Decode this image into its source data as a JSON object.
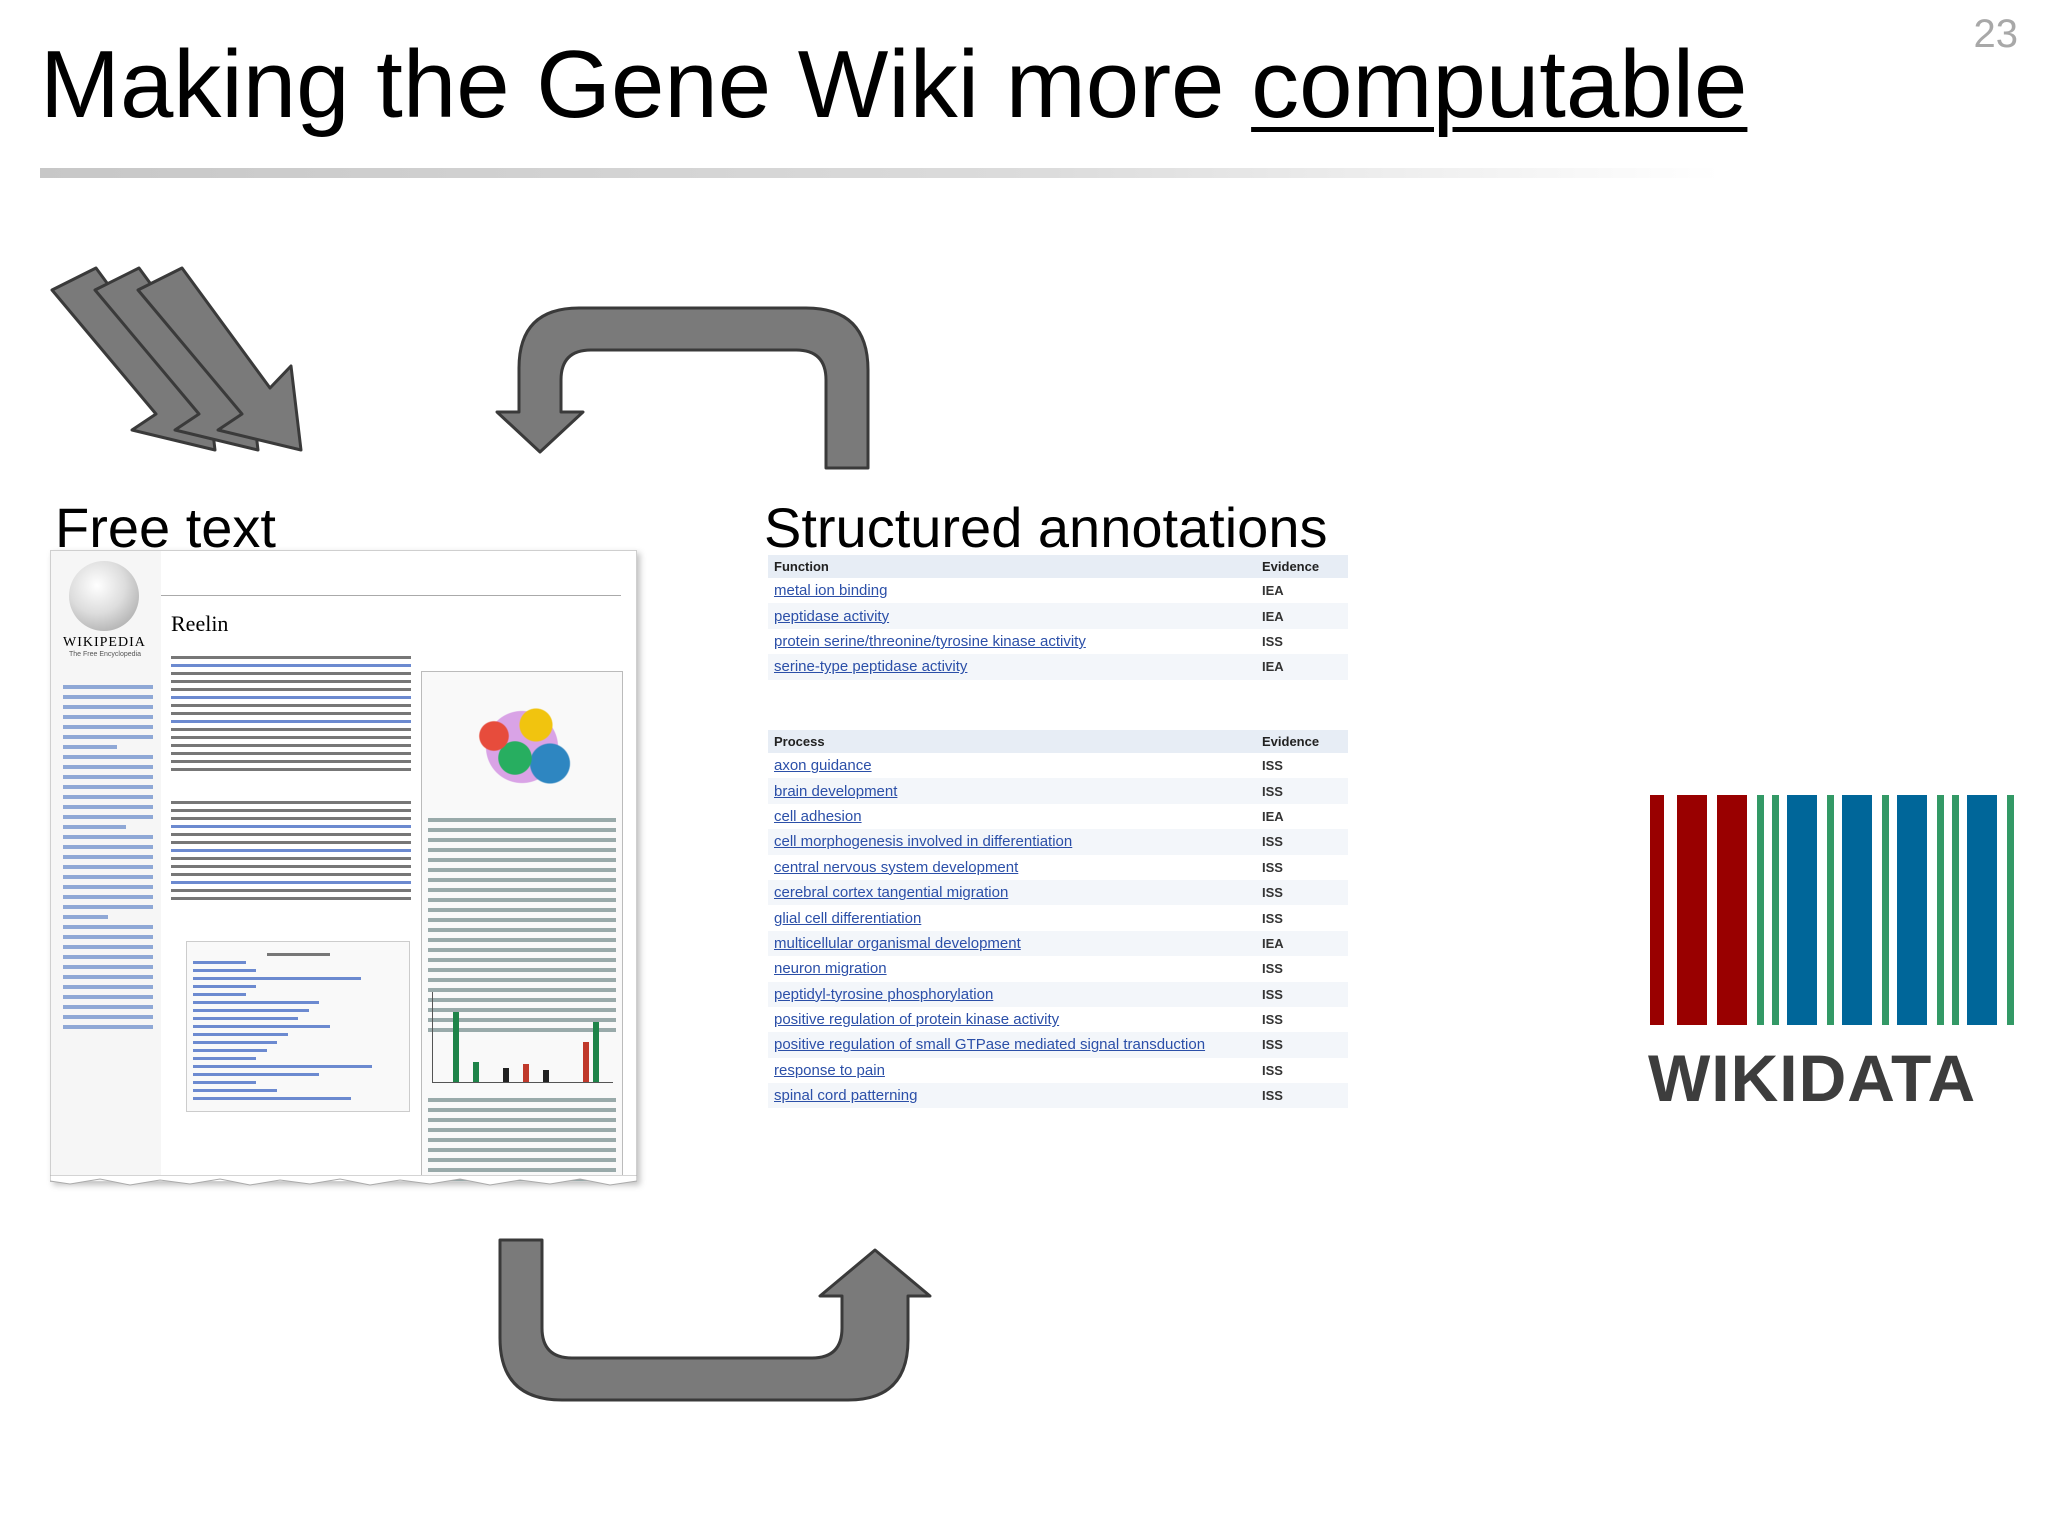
{
  "slide": {
    "number": "23",
    "title_main": "Making the Gene Wiki more ",
    "title_emphasis": "computable",
    "free_text_label": "Free text",
    "structured_label": "Structured annotations"
  },
  "wiki_page": {
    "article_title": "Reelin",
    "wordmark": "WIKIPEDIA",
    "tagline": "The Free Encyclopedia"
  },
  "function_table": {
    "header": "Function",
    "evidence_header": "Evidence",
    "rows": [
      {
        "term": "metal ion binding",
        "evidence": "IEA"
      },
      {
        "term": "peptidase activity",
        "evidence": "IEA"
      },
      {
        "term": "protein serine/threonine/tyrosine kinase activity",
        "evidence": "ISS"
      },
      {
        "term": "serine-type peptidase activity",
        "evidence": "IEA"
      }
    ]
  },
  "process_table": {
    "header": "Process",
    "evidence_header": "Evidence",
    "rows": [
      {
        "term": "axon guidance",
        "evidence": "ISS"
      },
      {
        "term": "brain development",
        "evidence": "ISS"
      },
      {
        "term": "cell adhesion",
        "evidence": "IEA"
      },
      {
        "term": "cell morphogenesis involved in differentiation",
        "evidence": "ISS"
      },
      {
        "term": "central nervous system development",
        "evidence": "ISS"
      },
      {
        "term": "cerebral cortex tangential migration",
        "evidence": "ISS"
      },
      {
        "term": "glial cell differentiation",
        "evidence": "ISS"
      },
      {
        "term": "multicellular organismal development",
        "evidence": "IEA"
      },
      {
        "term": "neuron migration",
        "evidence": "ISS"
      },
      {
        "term": "peptidyl-tyrosine phosphorylation",
        "evidence": "ISS"
      },
      {
        "term": "positive regulation of protein kinase activity",
        "evidence": "ISS"
      },
      {
        "term": "positive regulation of small GTPase mediated signal transduction",
        "evidence": "ISS"
      },
      {
        "term": "response to pain",
        "evidence": "ISS"
      },
      {
        "term": "spinal cord patterning",
        "evidence": "ISS"
      }
    ]
  },
  "wikidata": {
    "wordmark": "WIKIDATA",
    "colors": {
      "red": "#990000",
      "green": "#339966",
      "blue": "#006699"
    }
  },
  "colors": {
    "arrow_fill": "#7a7a7a",
    "arrow_stroke": "#3a3a3a",
    "link": "#2b4fa8"
  },
  "icons": [
    "triple-down-arrow-icon",
    "cycle-arrow-top-icon",
    "cycle-arrow-bottom-icon",
    "wikipedia-globe-icon",
    "wikidata-barcode-icon"
  ]
}
